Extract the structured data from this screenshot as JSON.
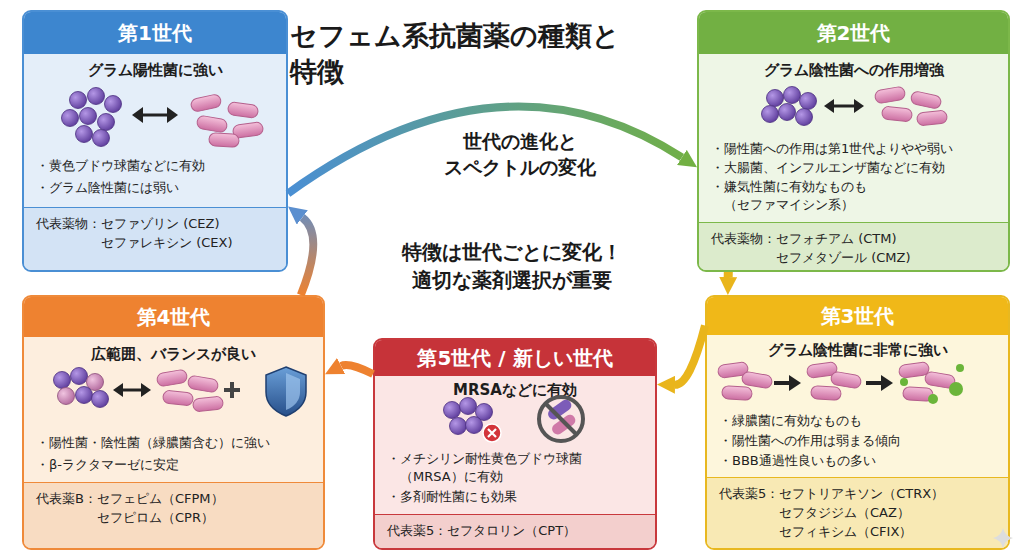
{
  "diagram": {
    "title": "セフェム系抗菌薬の種類と 特徴",
    "nodes": [
      {
        "text": [
          "第1世代",
          "グラム陽性菌に強い",
          "・黄色ブドウ球菌などに有効",
          "・グラム陰性菌には弱い",
          "代表薬物：セファゾリン (CEZ) セファレキシン (CEX)"
        ]
      },
      {
        "text": [
          "第2世代",
          "グラム陰性菌への作用増強",
          "・陽性菌への作用は第1世代よりやや弱い",
          "・大腸菌、インフルエンザ菌などに有効",
          "・嫌気性菌に有効なものも （セファマイシン系）",
          "代表薬物：セフォチアム (CTM) セフメタゾール (CMZ)"
        ]
      },
      {
        "text": [
          "第4世代",
          "広範囲、バランスが良い",
          "・陽性菌・陰性菌（緑膿菌含む）に強い",
          "・β-ラクタマーゼに安定",
          "代表薬B：セフェピム（CFPM） セフピロム（CPR）"
        ]
      },
      {
        "text": [
          "第5世代 / 新しい世代",
          "MRSAなどに有効",
          "・メチシリン耐性黄色ブドウ球菌 （MRSA）に有効",
          "・多剤耐性菌にも効果",
          "代表薬5：セフタロリン（CPT）"
        ]
      },
      {
        "text": [
          "第3世代",
          "グラム陰性菌に非常に強い",
          "・緑膿菌に有効なものも",
          "・陽性菌への作用は弱まる傾向",
          "・BBB通過性良いもの多い",
          "代表薬5：セフトリアキソン（CTRX） セフタジジム（CAZ） セフィキシム（CFIX）"
        ]
      }
    ],
    "edges": [
      {
        "from": 0,
        "to": 1,
        "arrow": "to"
      },
      {
        "from": 1,
        "to": 4,
        "arrow": "to"
      },
      {
        "from": 4,
        "to": 3,
        "arrow": "to"
      },
      {
        "from": 3,
        "to": 2,
        "arrow": "to"
      },
      {
        "from": 2,
        "to": 0,
        "arrow": "to"
      }
    ],
    "labels": [
      "世代の進化と スペクトルの変化",
      "特徴は世代ごとに変化！ 適切な薬剤選択が重要"
    ]
  }
}
